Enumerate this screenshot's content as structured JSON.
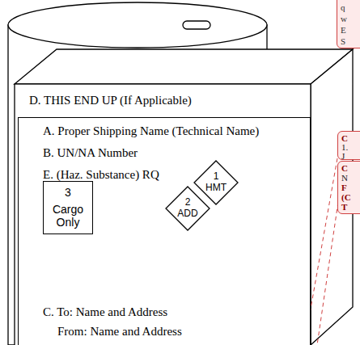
{
  "diagram": {
    "nodes": [
      {
        "text": [
          "A. Proper Shipping Name (Technical Name)",
          "B. UN/NA Number",
          "E. (Haz. Substance) RQ",
          "C. To: Name and Address",
          "From: Name and Address"
        ]
      },
      {
        "text": [
          "3",
          "Cargo Only"
        ],
        "in": 0
      },
      {
        "text": [
          "1",
          "HMT"
        ],
        "in": 0
      },
      {
        "text": [
          "2",
          "ADD"
        ],
        "in": 0
      },
      {
        "text": [
          "q",
          "w",
          "E",
          "S"
        ]
      },
      {
        "text": [
          "C",
          "1.",
          "J"
        ]
      },
      {
        "text": [
          "C",
          "N",
          "F",
          "(C",
          "T"
        ]
      }
    ],
    "labels": [
      "D. THIS END UP (If Applicable)"
    ]
  }
}
